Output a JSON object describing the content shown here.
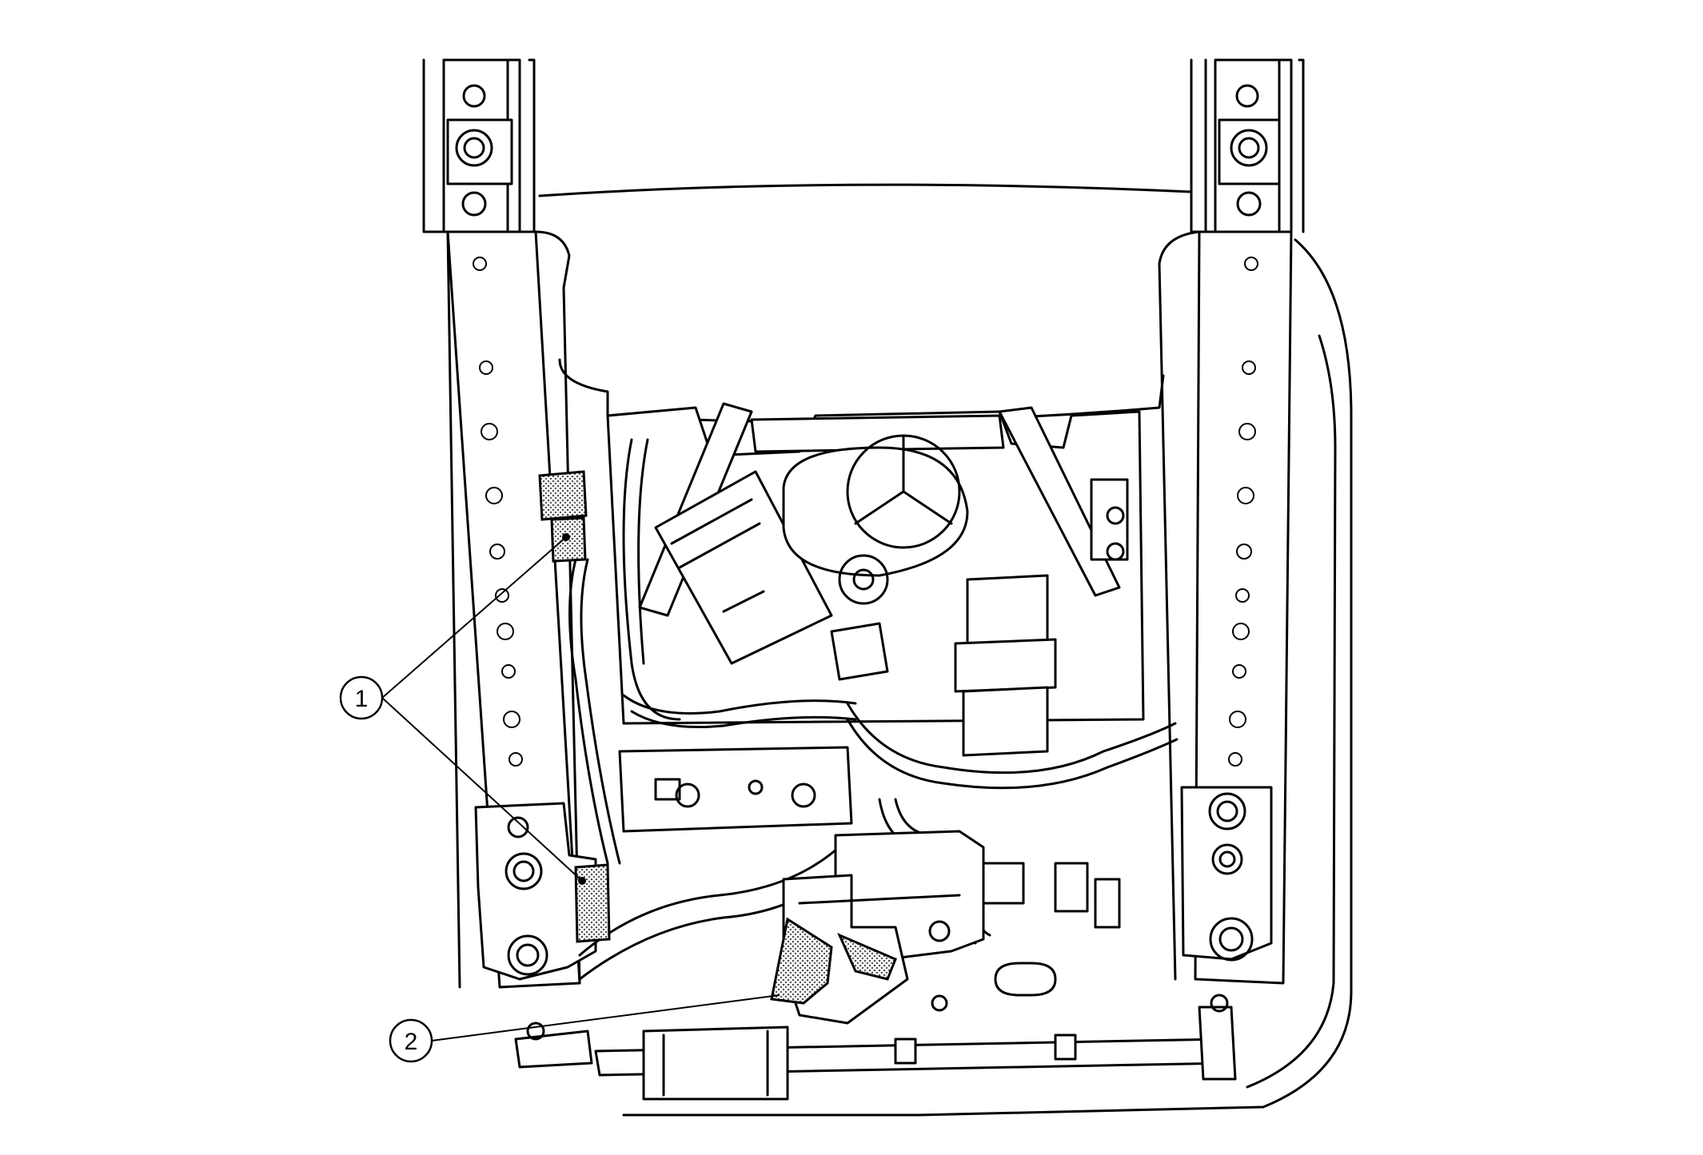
{
  "callouts": [
    {
      "id": "callout-1",
      "label": "1"
    },
    {
      "id": "callout-2",
      "label": "2"
    }
  ],
  "colors": {
    "line": "#000000",
    "background": "#ffffff",
    "shading": "#8a8a8a"
  }
}
